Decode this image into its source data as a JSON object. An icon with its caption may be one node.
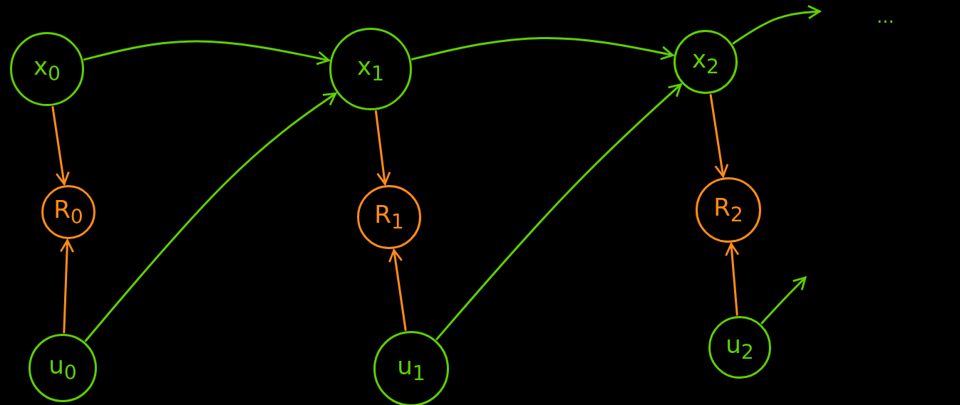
{
  "diagram": {
    "nodes": [
      {
        "text": [
          "x$_{0}$"
        ]
      },
      {
        "text": [
          "x$_{1}$"
        ]
      },
      {
        "text": [
          "x$_{2}$"
        ]
      },
      {
        "text": [
          "R$_{0}$"
        ]
      },
      {
        "text": [
          "R$_{1}$"
        ]
      },
      {
        "text": [
          "R$_{2}$"
        ]
      },
      {
        "text": [
          "u$_{0}$"
        ]
      },
      {
        "text": [
          "u$_{1}$"
        ]
      },
      {
        "text": [
          "u$_{2}$"
        ]
      }
    ],
    "edges": [
      {
        "from": 0,
        "to": 1,
        "arrow": "to"
      },
      {
        "from": 1,
        "to": 2,
        "arrow": "to"
      },
      {
        "from": 2,
        "to": null,
        "arrow": "to"
      },
      {
        "from": 0,
        "to": 3,
        "arrow": "to",
        "color": "#ff8c1a"
      },
      {
        "from": 1,
        "to": 4,
        "arrow": "to",
        "color": "#ff8c1a"
      },
      {
        "from": 2,
        "to": 5,
        "arrow": "to",
        "color": "#ff8c1a"
      },
      {
        "from": 6,
        "to": 3,
        "arrow": "to",
        "color": "#ff8c1a"
      },
      {
        "from": 7,
        "to": 4,
        "arrow": "to",
        "color": "#ff8c1a"
      },
      {
        "from": 8,
        "to": 5,
        "arrow": "to",
        "color": "#ff8c1a"
      },
      {
        "from": 6,
        "to": 1,
        "arrow": "to"
      },
      {
        "from": 7,
        "to": 2,
        "arrow": "to"
      },
      {
        "from": 8,
        "to": null,
        "arrow": "to"
      }
    ],
    "labels": [
      "..."
    ]
  }
}
